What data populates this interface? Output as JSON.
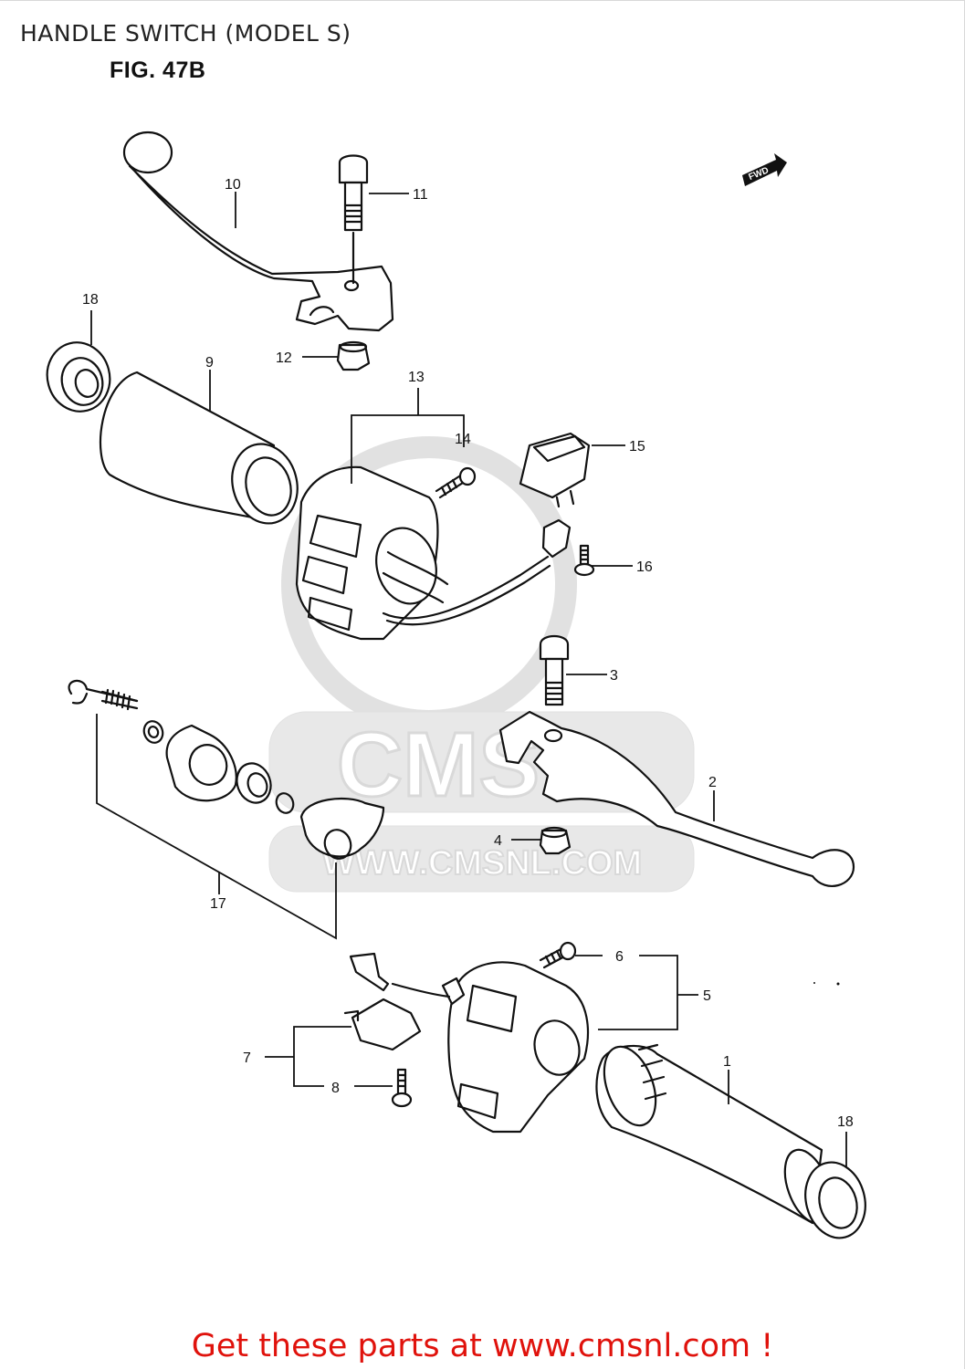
{
  "page": {
    "title": "HANDLE SWITCH (MODEL S)",
    "figure": "FIG. 47B"
  },
  "direction_badge": "FWD",
  "watermark": {
    "logo": "CMS",
    "url": "WWW.CMSNL.COM"
  },
  "callouts": {
    "c1": "1",
    "c2": "2",
    "c3": "3",
    "c4": "4",
    "c5": "5",
    "c6": "6",
    "c7": "7",
    "c8": "8",
    "c9": "9",
    "c10": "10",
    "c11": "11",
    "c12": "12",
    "c13": "13",
    "c14": "14",
    "c15": "15",
    "c16": "16",
    "c17": "17",
    "c18a": "18",
    "c18b": "18"
  },
  "footer": {
    "text": "Get these parts at www.cmsnl.com !"
  },
  "colors": {
    "ink": "#111111",
    "footer": "#e0120c",
    "watermark": "#e6e6e6"
  }
}
